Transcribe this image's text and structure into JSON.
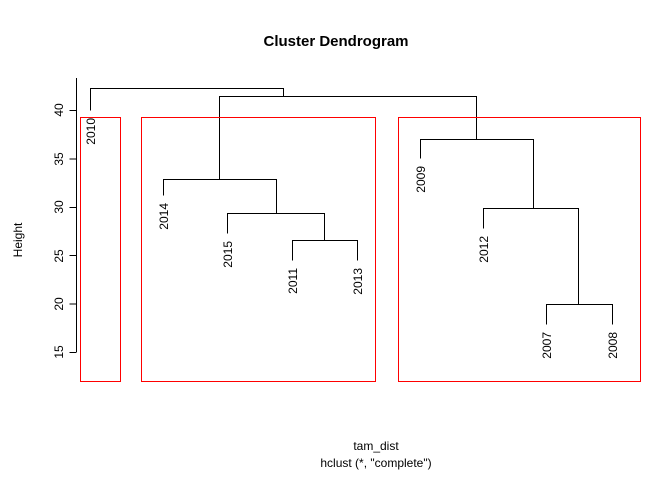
{
  "chart_data": {
    "type": "dendrogram",
    "title": "Cluster Dendrogram",
    "xlabel": "tam_dist",
    "sublabel": "hclust (*, \"complete\")",
    "ylabel": "Height",
    "ylim": [
      13.0,
      43.5
    ],
    "yticks": [
      15,
      20,
      25,
      30,
      35,
      40
    ],
    "ytick_labels": [
      "15",
      "20",
      "25",
      "30",
      "35",
      "40"
    ],
    "grid": false,
    "legend": "none",
    "method": "complete",
    "leaf_order": [
      "2010",
      "2014",
      "2015",
      "2011",
      "2013",
      "2009",
      "2012",
      "2007",
      "2008"
    ],
    "leaves": [
      {
        "label": "2010",
        "x": 1
      },
      {
        "label": "2014",
        "x": 2
      },
      {
        "label": "2015",
        "x": 3
      },
      {
        "label": "2011",
        "x": 4
      },
      {
        "label": "2013",
        "x": 5
      },
      {
        "label": "2009",
        "x": 6
      },
      {
        "label": "2012",
        "x": 7
      },
      {
        "label": "2007",
        "x": 8
      },
      {
        "label": "2008",
        "x": 9
      }
    ],
    "merges": [
      {
        "id": "m1",
        "left": "2007",
        "right": "2008",
        "height": 19.3,
        "x": 8.5
      },
      {
        "id": "m2",
        "left": "2011",
        "right": "2013",
        "height": 25.5,
        "x": 4.5
      },
      {
        "id": "m3",
        "left": "2012",
        "right": "m1",
        "height": 29.4,
        "x": 7.75
      },
      {
        "id": "m4",
        "left": "2015",
        "right": "m2",
        "height": 28.3,
        "x": 3.75
      },
      {
        "id": "m5",
        "left": "2009",
        "right": "m3",
        "height": 36.8,
        "x": 6.875
      },
      {
        "id": "m6",
        "left": "2014",
        "right": "m4",
        "height": 32.6,
        "x": 2.875
      },
      {
        "id": "m7",
        "left": "m6",
        "right": "m5",
        "height": 42.1,
        "x": 4.875
      },
      {
        "id": "m8",
        "left": "2010",
        "right": "m7",
        "height": 42.8,
        "x": 2.9375
      }
    ],
    "cluster_boxes": [
      {
        "members": [
          "2010"
        ],
        "color": "#FF0000"
      },
      {
        "members": [
          "2014",
          "2015",
          "2011",
          "2013"
        ],
        "color": "#FF0000"
      },
      {
        "members": [
          "2009",
          "2012",
          "2007",
          "2008"
        ],
        "color": "#FF0000"
      }
    ],
    "cut_height": 39.4,
    "k": 3,
    "box_color": "#FF0000",
    "line_color": "#000000"
  }
}
